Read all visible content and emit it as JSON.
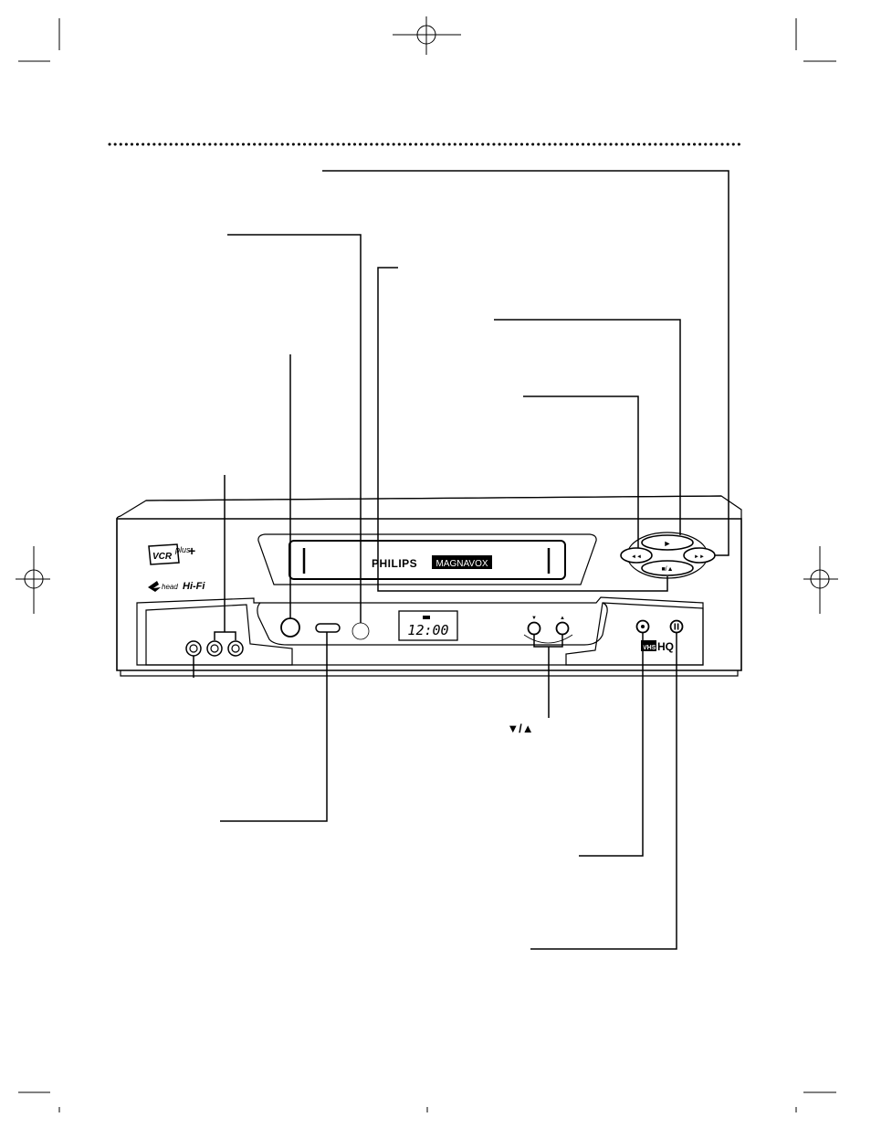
{
  "brand": {
    "philips": "PHILIPS",
    "magnavox": "MAGNAVOX",
    "vcr_plus_logo": "VCR Plus+",
    "hifi_logo": "4head Hi-Fi",
    "vhs_hq_logo": "VHS HQ"
  },
  "display": {
    "time": "12:00"
  },
  "buttons": {
    "play_symbol": "►",
    "rewind_symbol": "◄◄",
    "ffwd_symbol": "►►",
    "stop_eject_symbol": "■/▲",
    "channel_down_symbol": "▼",
    "channel_up_symbol": "▲",
    "record_symbol": "●",
    "pause_symbol": "❚❚"
  },
  "callouts": {
    "channel_arrows_caption": "▼/▲"
  },
  "colors": {
    "line": "#000000",
    "background": "#ffffff"
  }
}
